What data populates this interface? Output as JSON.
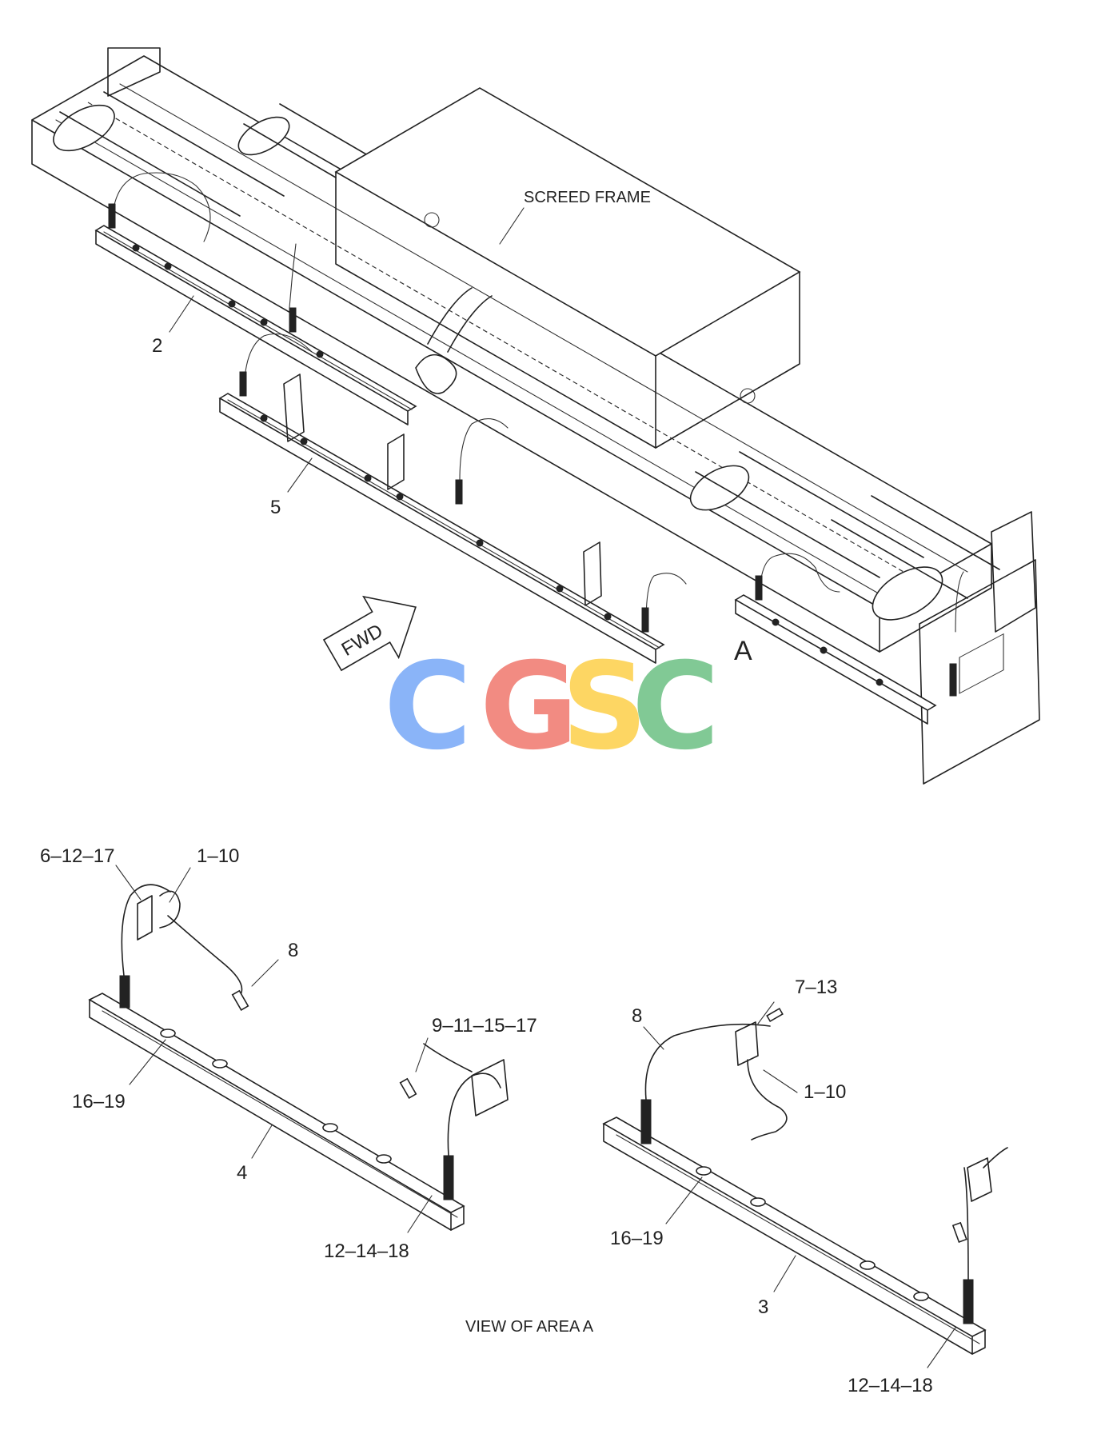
{
  "labels": {
    "screed_frame": "SCREED FRAME",
    "fwd": "FWD",
    "area_a": "A",
    "view_of_area": "VIEW OF AREA A",
    "part_2": "2",
    "part_5": "5",
    "top_left_6_12_17": "6–12–17",
    "top_left_1_10": "1–10",
    "top_left_8": "8",
    "left_16_19": "16–19",
    "left_4": "4",
    "left_12_14_18": "12–14–18",
    "mid_9_11_15_17": "9–11–15–17",
    "right_7_13": "7–13",
    "right_8": "8",
    "right_1_10": "1–10",
    "right_16_19": "16–19",
    "right_3": "3",
    "right_12_14_18": "12–14–18"
  },
  "watermark": {
    "letters": [
      "C",
      "G",
      "S",
      "C"
    ],
    "colors": [
      "#8ab4f8",
      "#f28b82",
      "#fdd663",
      "#81c995"
    ]
  }
}
